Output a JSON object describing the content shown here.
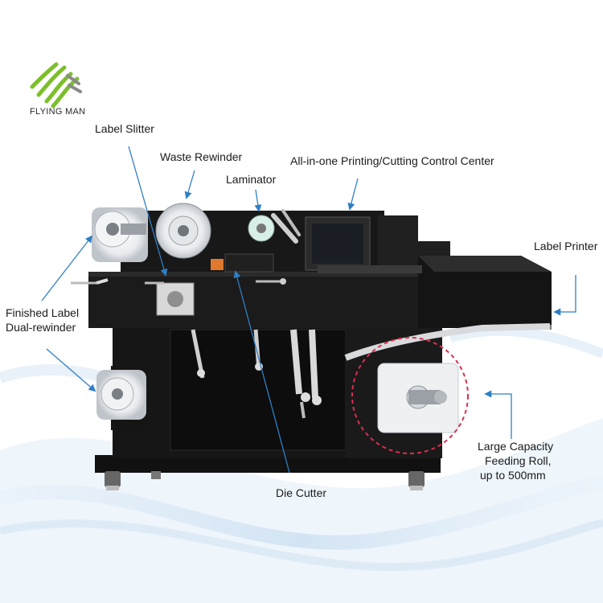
{
  "brand": {
    "name": "FLYING MAN",
    "logo_icon": "flying-man-logo-icon",
    "colors": {
      "green": "#7cbf2a",
      "grey": "#8a8a8a"
    }
  },
  "callouts": {
    "label_slitter": "Label Slitter",
    "waste_rewinder": "Waste Rewinder",
    "laminator": "Laminator",
    "control_center": "All-in-one Printing/Cutting Control Center",
    "label_printer": "Label Printer",
    "finished_label_line1": "Finished Label",
    "finished_label_line2": "Dual-rewinder",
    "die_cutter": "Die Cutter",
    "feeding_roll_line1": "Large Capacity",
    "feeding_roll_line2": "Feeding Roll,",
    "feeding_roll_line3": "up to 500mm"
  },
  "colors": {
    "arrow": "#2f7fc4",
    "machine_body": "#161616",
    "highlight_circle": "#d8314f"
  }
}
